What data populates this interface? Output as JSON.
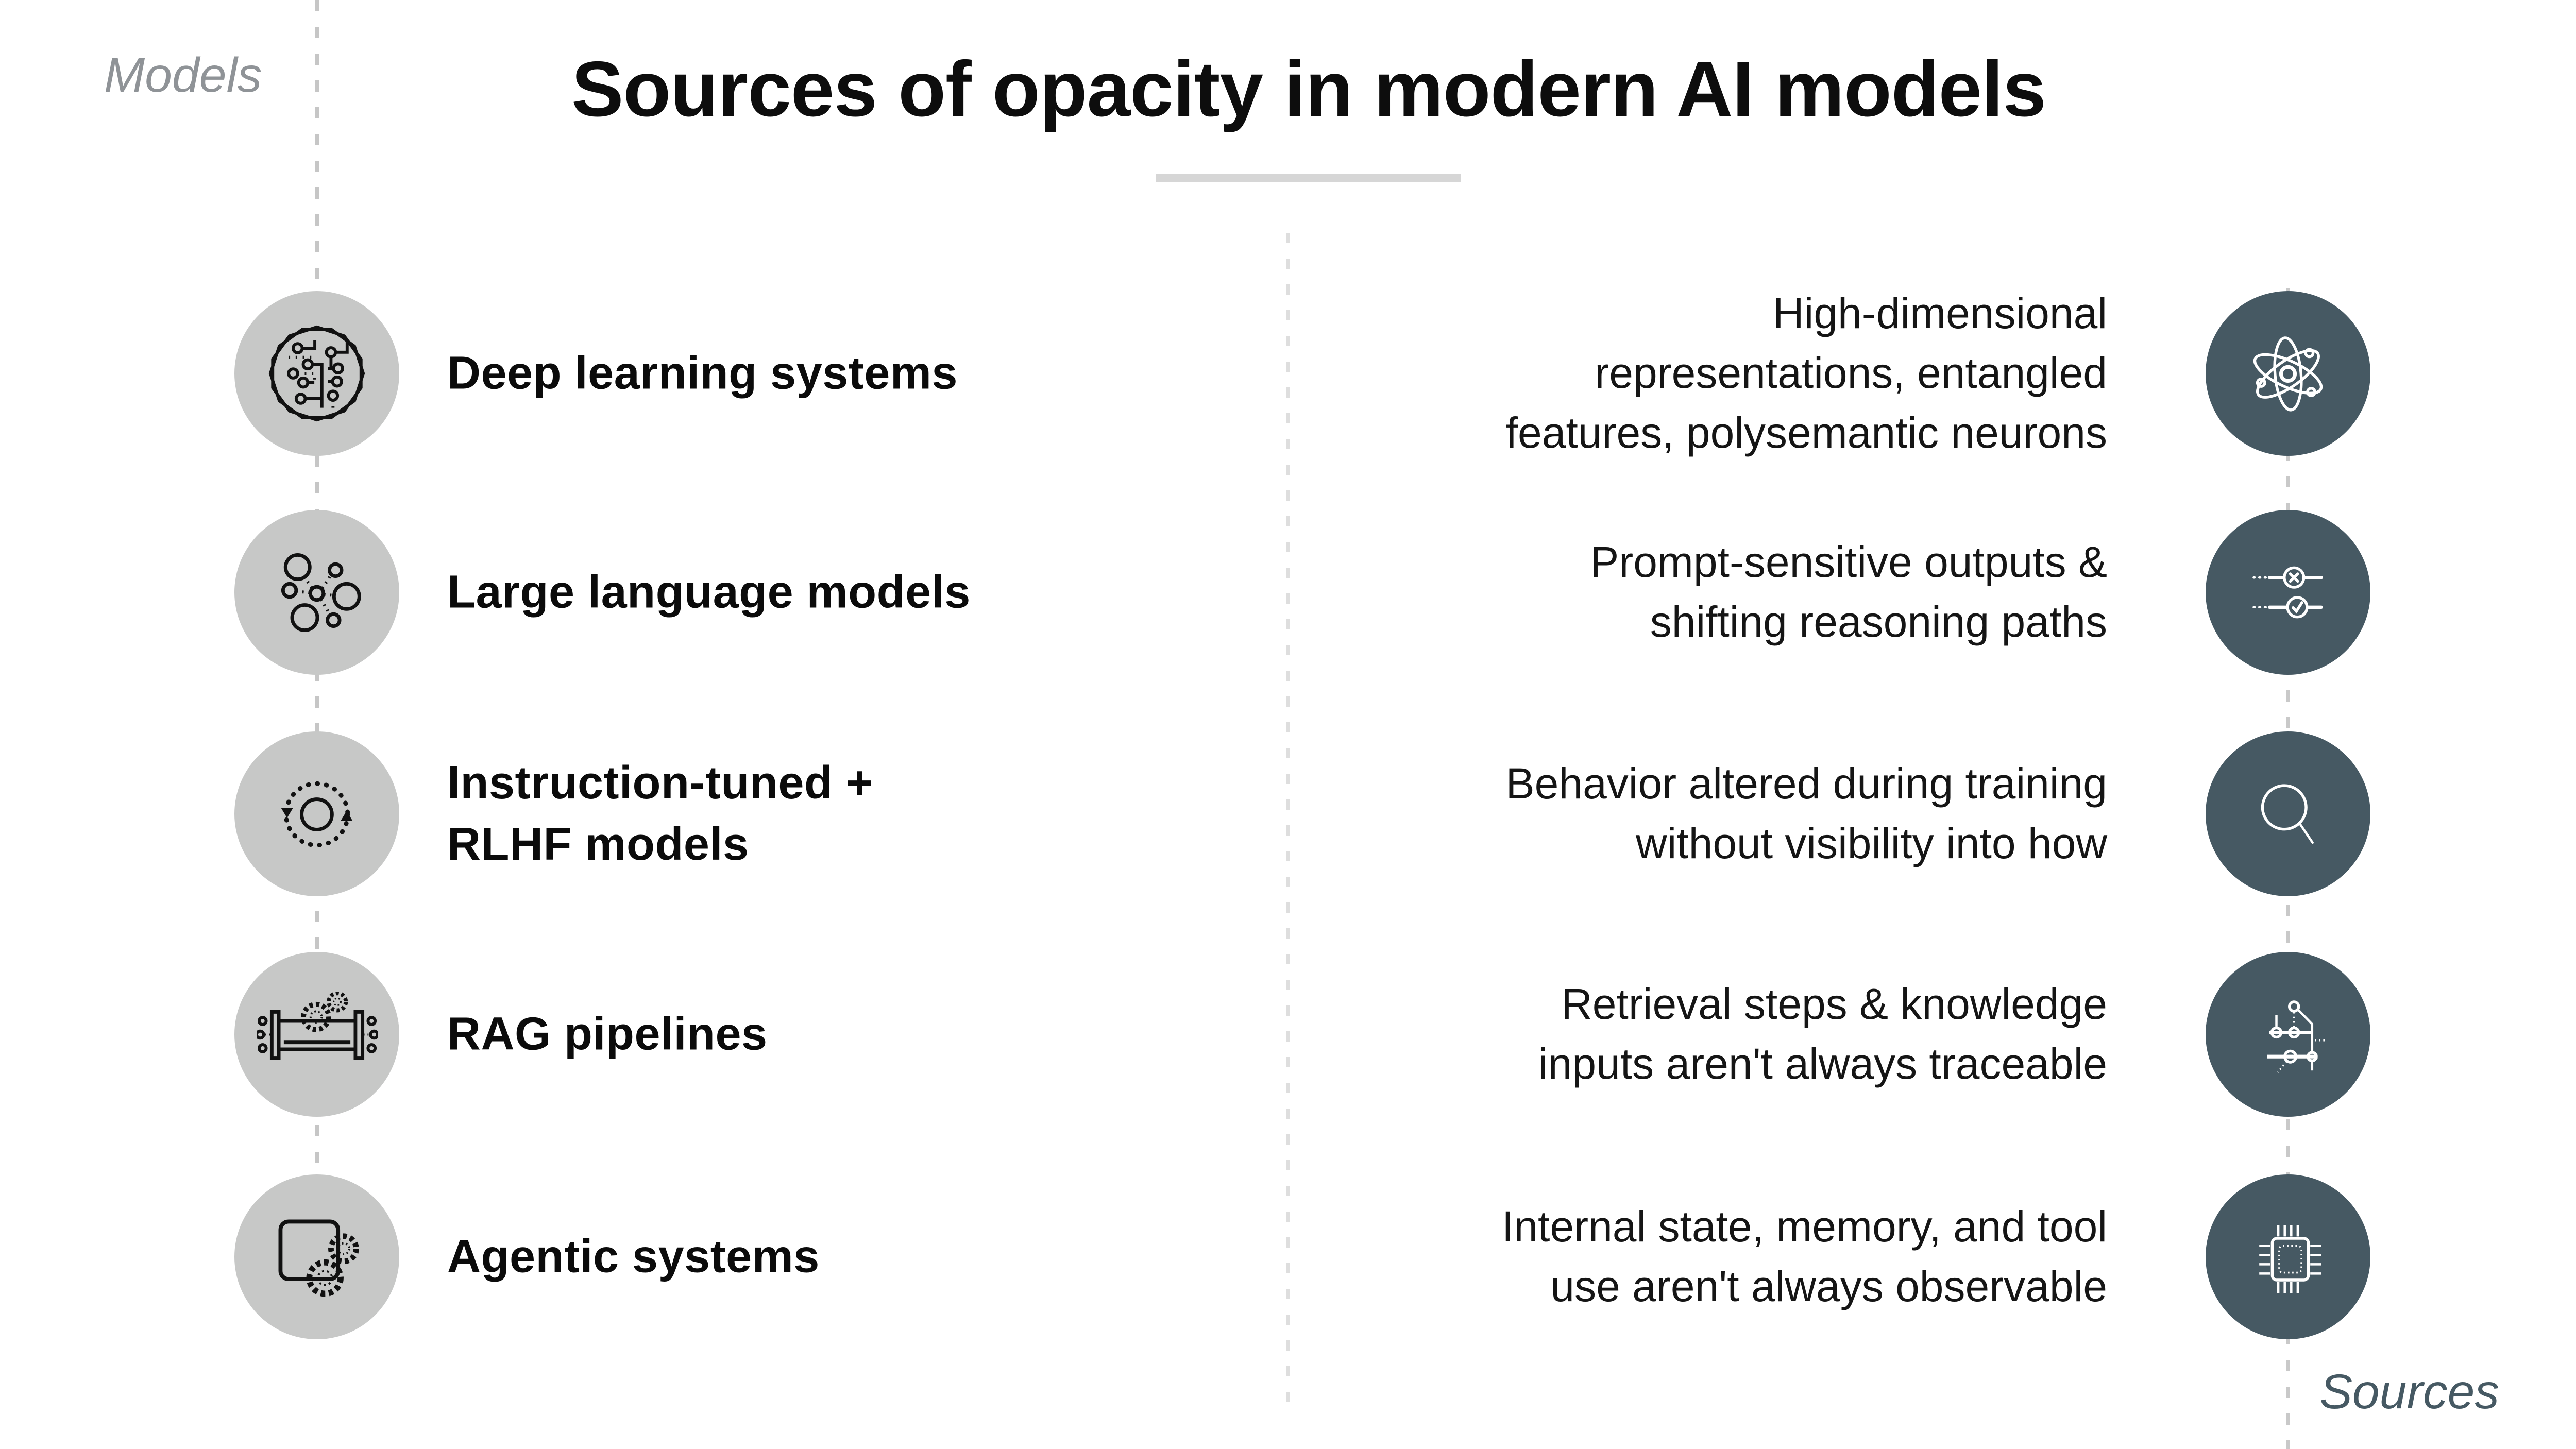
{
  "title": "Sources of opacity in modern AI models",
  "column_labels": {
    "models": "Models",
    "sources": "Sources"
  },
  "colors": {
    "background": "#ffffff",
    "title_text": "#0d0d0d",
    "title_underline": "#d6d6d6",
    "models_label": "#8f9397",
    "sources_label": "#465963",
    "model_circle_fill": "#c7c8c7",
    "model_icon_stroke": "#111111",
    "source_circle_fill": "#465963",
    "source_icon_stroke": "#ffffff",
    "dashed_line_left": "#c6c6c6",
    "dashed_line_center": "#dedede",
    "dashed_line_right": "#c9c9c9"
  },
  "rows": [
    {
      "model": "Deep learning systems",
      "model_icon": "neural-circuit-icon",
      "source": "High-dimensional\nrepresentations, entangled\nfeatures, polysemantic neurons",
      "source_icon": "atom-icon"
    },
    {
      "model": "Large language models",
      "model_icon": "node-network-icon",
      "source": "Prompt-sensitive outputs &\nshifting reasoning paths",
      "source_icon": "toggle-checks-icon"
    },
    {
      "model": "Instruction-tuned +\nRLHF models",
      "model_icon": "cycle-arrows-icon",
      "source": "Behavior altered during training\nwithout visibility into how",
      "source_icon": "magnifier-icon"
    },
    {
      "model": "RAG pipelines",
      "model_icon": "pipeline-gears-icon",
      "source": "Retrieval steps & knowledge\ninputs aren't always traceable",
      "source_icon": "node-graph-icon"
    },
    {
      "model": "Agentic systems",
      "model_icon": "window-gears-icon",
      "source": "Internal state, memory, and tool\nuse aren't always observable",
      "source_icon": "chip-icon"
    }
  ]
}
